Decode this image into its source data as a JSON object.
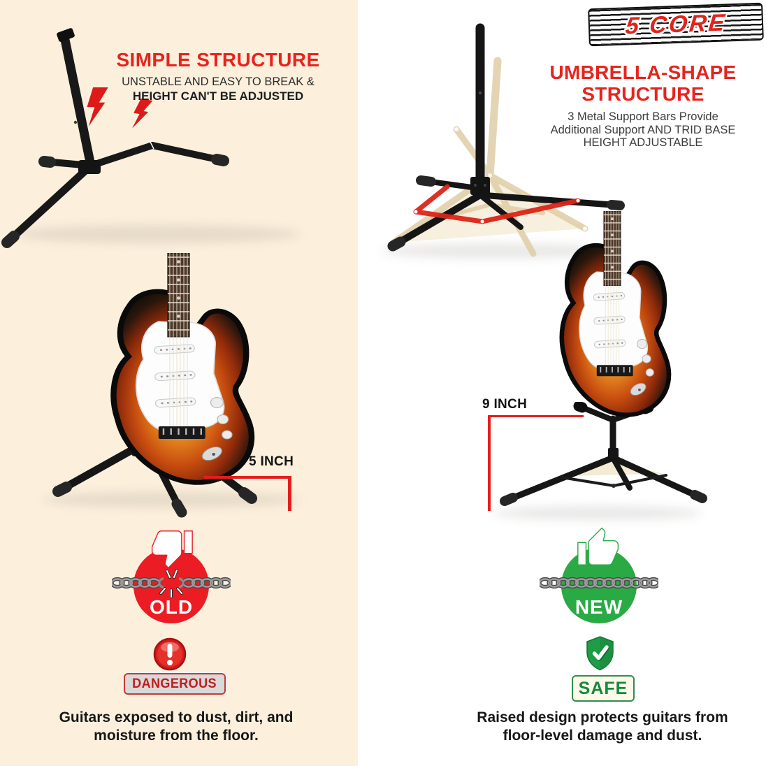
{
  "brand": {
    "logo_text": "5 CORE"
  },
  "colors": {
    "left_background": "#fcf0dd",
    "right_background": "#ffffff",
    "accent_red": "#e8231d",
    "badge_red": "#ec1c24",
    "badge_green": "#2aaa45",
    "shield_green": "#1e9c46",
    "chain_gray": "#8f8f8f",
    "dark_text": "#262626"
  },
  "left_panel": {
    "title": "SIMPLE STRUCTURE",
    "subtitle_line1": "UNSTABLE AND EASY TO BREAK &",
    "subtitle_line2": "HEIGHT CAN'T BE ADJUSTED",
    "measurement_label": "5 INCH",
    "badge_label": "OLD",
    "status_label": "DANGEROUS",
    "caption_line1": "Guitars exposed to dust, dirt, and",
    "caption_line2": "moisture from the floor."
  },
  "right_panel": {
    "title_line1": "UMBRELLA-SHAPE",
    "title_line2": "STRUCTURE",
    "subtitle_line1": "3 Metal Support Bars Provide",
    "subtitle_line2": "Additional Support AND  TRID BASE",
    "subtitle_line3": "HEIGHT ADJUSTABLE",
    "measurement_label": "9 INCH",
    "badge_label": "NEW",
    "status_label": "SAFE",
    "caption_line1": "Raised design protects guitars from",
    "caption_line2": "floor-level damage and dust."
  }
}
